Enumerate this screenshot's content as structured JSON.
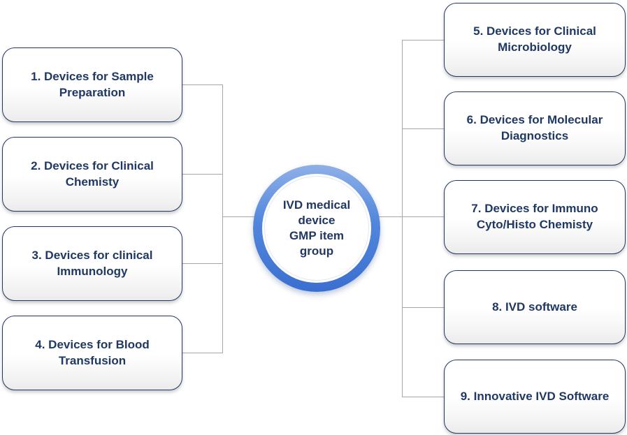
{
  "diagram": {
    "title_hidden": "",
    "center": {
      "label": "IVD medical\ndevice\nGMP item\ngroup"
    },
    "left_items": [
      {
        "label": "1. Devices for Sample\nPreparation"
      },
      {
        "label": "2. Devices for Clinical\nChemisty"
      },
      {
        "label": "3. Devices for clinical\nImmunology"
      },
      {
        "label": "4. Devices for Blood\nTransfusion"
      }
    ],
    "right_items": [
      {
        "label": "5. Devices for Clinical\nMicrobiology"
      },
      {
        "label": "6. Devices for Molecular\nDiagnostics"
      },
      {
        "label": "7. Devices for Immuno\nCyto/Histo Chemisty"
      },
      {
        "label": "8. IVD software"
      },
      {
        "label": "9. Innovative IVD Software"
      }
    ],
    "colors": {
      "node_border": "#203864",
      "node_text": "#1f3864",
      "connector_line": "#a6a6a6",
      "hub_ring_top": "#8fb0e8",
      "hub_ring_bottom": "#3a6fd0"
    }
  }
}
